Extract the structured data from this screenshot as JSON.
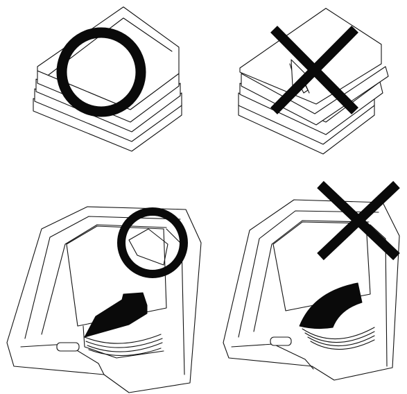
{
  "figure": {
    "panels": [
      {
        "id": "flat-stack",
        "mark": "circle",
        "meaning": "correct"
      },
      {
        "id": "misaligned-stack",
        "mark": "cross",
        "meaning": "incorrect"
      },
      {
        "id": "tray-loaded-correctly",
        "mark": "circle",
        "meaning": "correct"
      },
      {
        "id": "tray-overfilled-curled",
        "mark": "cross",
        "meaning": "incorrect"
      }
    ],
    "colors": {
      "line": "#111111",
      "fill": "#ffffff",
      "mark": "#0a0a0a"
    }
  }
}
